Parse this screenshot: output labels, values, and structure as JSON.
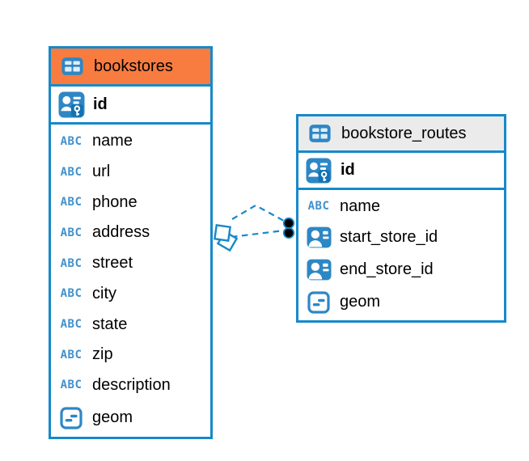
{
  "canvas": {
    "background": "#ffffff"
  },
  "colors": {
    "accent_blue": "#1689ca",
    "icon_blue": "#2e87c5",
    "text_type_blue": "#4191cc",
    "bookstores_header": "#f87c40",
    "routes_header": "#ebebeb",
    "key_patch_blue": "#1272b4",
    "text": "#000000"
  },
  "icons": {
    "text_type_label": "ABC"
  },
  "tables": [
    {
      "name": "bookstores",
      "header_color": "#f87c40",
      "pk": {
        "label": "id",
        "icon": "primary-key-icon"
      },
      "columns": [
        {
          "label": "name",
          "icon": "text-type-icon"
        },
        {
          "label": "url",
          "icon": "text-type-icon"
        },
        {
          "label": "phone",
          "icon": "text-type-icon"
        },
        {
          "label": "address",
          "icon": "text-type-icon"
        },
        {
          "label": "street",
          "icon": "text-type-icon"
        },
        {
          "label": "city",
          "icon": "text-type-icon"
        },
        {
          "label": "state",
          "icon": "text-type-icon"
        },
        {
          "label": "zip",
          "icon": "text-type-icon"
        },
        {
          "label": "description",
          "icon": "text-type-icon"
        },
        {
          "label": "geom",
          "icon": "geometry-type-icon"
        }
      ]
    },
    {
      "name": "bookstore_routes",
      "header_color": "#ebebeb",
      "pk": {
        "label": "id",
        "icon": "primary-key-icon"
      },
      "columns": [
        {
          "label": "name",
          "icon": "text-type-icon"
        },
        {
          "label": "start_store_id",
          "icon": "reference-type-icon"
        },
        {
          "label": "end_store_id",
          "icon": "reference-type-icon"
        },
        {
          "label": "geom",
          "icon": "geometry-type-icon"
        }
      ]
    }
  ],
  "relationship": {
    "style": "dashed",
    "link_count": 2,
    "source_marker": "stacked-diamonds",
    "target_marker": "stacked-dots"
  }
}
